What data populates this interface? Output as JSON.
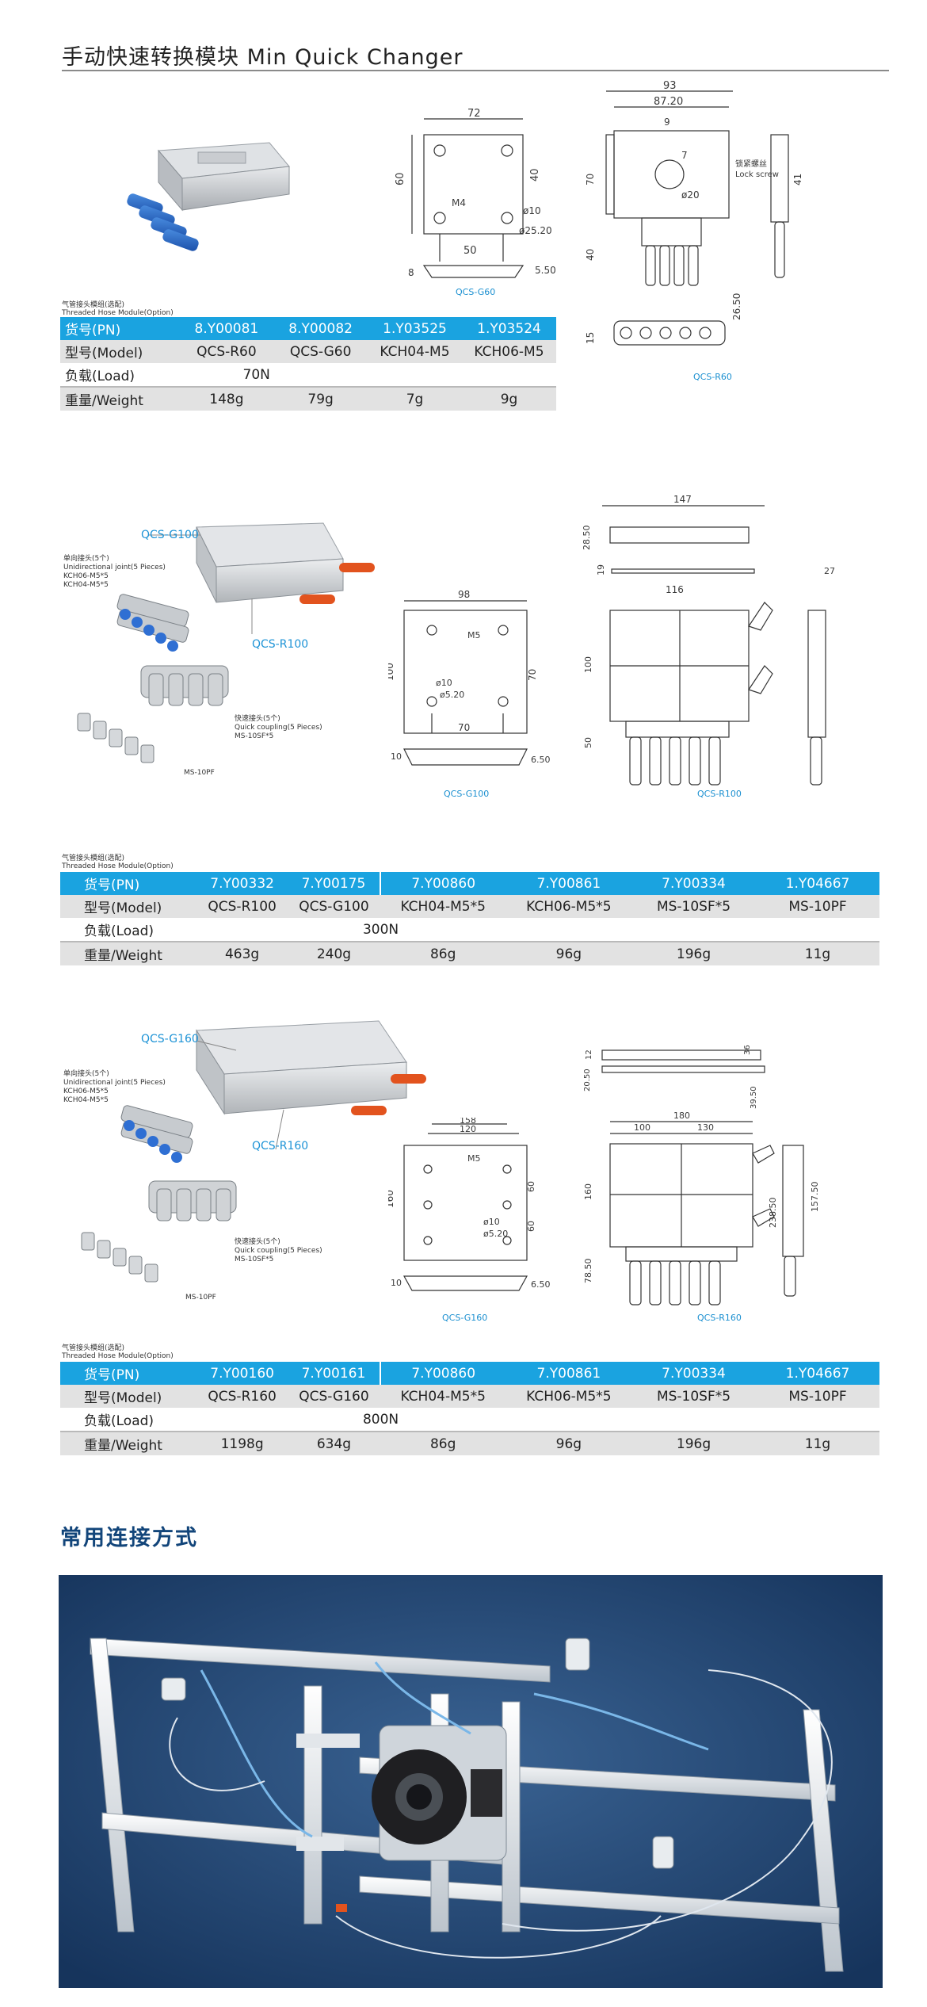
{
  "page": {
    "title": "手动快速转换模块  Min Quick Changer"
  },
  "section1": {
    "option_note_cn": "气管接头模组(选配)",
    "option_note_en": "Threaded Hose Module(Option)",
    "caption_g": "QCS-G60",
    "caption_r": "QCS-R60",
    "lock_cn": "锁紧螺丝",
    "lock_en": "Lock screw",
    "dims": {
      "d72": "72",
      "d60": "60",
      "d40": "40",
      "d50": "50",
      "m4": "M4",
      "d10": "ø10",
      "d25": "ø25.20",
      "d8": "8",
      "d550": "5.50",
      "d93": "93",
      "d8720": "87.20",
      "d9": "9",
      "d7": "7",
      "d20": "ø20",
      "d70": "70",
      "d40b": "40",
      "d41": "41",
      "d15": "15",
      "d2650": "26.50"
    },
    "table": {
      "pn_label": "货号(PN)",
      "model_label": "型号(Model)",
      "load_label": "负载(Load)",
      "weight_label": "重量/Weight",
      "pn": [
        "8.Y00081",
        "8.Y00082",
        "1.Y03525",
        "1.Y03524"
      ],
      "model": [
        "QCS-R60",
        "QCS-G60",
        "KCH04-M5",
        "KCH06-M5"
      ],
      "load": "70N",
      "weight": [
        "148g",
        "79g",
        "7g",
        "9g"
      ]
    }
  },
  "section2": {
    "callout_g": "QCS-G100",
    "callout_r": "QCS-R100",
    "uni_cn": "单向接头(5个)",
    "uni_en": "Unidirectional  joint(5 Pieces)",
    "uni_m1": "KCH06-M5*5",
    "uni_m2": "KCH04-M5*5",
    "qc_cn": "快速接头(5个)",
    "qc_en": "Quick coupling(5 Pieces)",
    "qc_m": "MS-10SF*5",
    "ms": "MS-10PF",
    "caption_g": "QCS-G100",
    "caption_r": "QCS-R100",
    "option_note_cn": "气管接头模组(选配)",
    "option_note_en": "Threaded Hose Module(Option)",
    "dims": {
      "d98": "98",
      "d100": "100",
      "d70": "70",
      "d70b": "70",
      "m5": "M5",
      "d10": "ø10",
      "d520": "ø5.20",
      "d10b": "10",
      "d650": "6.50",
      "d147": "147",
      "d2850": "28.50",
      "d19": "19",
      "d116": "116",
      "d100b": "100",
      "d50": "50",
      "d27": "27"
    },
    "table": {
      "pn_label": "货号(PN)",
      "model_label": "型号(Model)",
      "load_label": "负载(Load)",
      "weight_label": "重量/Weight",
      "pn": [
        "7.Y00332",
        "7.Y00175",
        "7.Y00860",
        "7.Y00861",
        "7.Y00334",
        "1.Y04667"
      ],
      "model": [
        "QCS-R100",
        "QCS-G100",
        "KCH04-M5*5",
        "KCH06-M5*5",
        "MS-10SF*5",
        "MS-10PF"
      ],
      "load": "300N",
      "weight": [
        "463g",
        "240g",
        "86g",
        "96g",
        "196g",
        "11g"
      ]
    }
  },
  "section3": {
    "callout_g": "QCS-G160",
    "callout_r": "QCS-R160",
    "uni_cn": "单向接头(5个)",
    "uni_en": "Unidirectional  joint(5 Pieces)",
    "uni_m1": "KCH06-M5*5",
    "uni_m2": "KCH04-M5*5",
    "qc_cn": "快速接头(5个)",
    "qc_en": "Quick coupling(5 Pieces)",
    "qc_m": "MS-10SF*5",
    "ms": "MS-10PF",
    "caption_g": "QCS-G160",
    "caption_r": "QCS-R160",
    "option_note_cn": "气管接头模组(选配)",
    "option_note_en": "Threaded Hose Module(Option)",
    "dims": {
      "d158": "158",
      "d120": "120",
      "d160": "160",
      "d60": "60",
      "d60b": "60",
      "m5": "M5",
      "d10": "ø10",
      "d520": "ø5.20",
      "d10b": "10",
      "d650": "6.50",
      "d12": "12",
      "d36": "36",
      "d2050": "20.50",
      "d3950": "39.50",
      "d180": "180",
      "d100": "100",
      "d130": "130",
      "d160b": "160",
      "d7850": "78.50",
      "d23850": "238.50",
      "d15750": "157.50"
    },
    "table": {
      "pn_label": "货号(PN)",
      "model_label": "型号(Model)",
      "load_label": "负载(Load)",
      "weight_label": "重量/Weight",
      "pn": [
        "7.Y00160",
        "7.Y00161",
        "7.Y00860",
        "7.Y00861",
        "7.Y00334",
        "1.Y04667"
      ],
      "model": [
        "QCS-R160",
        "QCS-G160",
        "KCH04-M5*5",
        "KCH06-M5*5",
        "MS-10SF*5",
        "MS-10PF"
      ],
      "load": "800N",
      "weight": [
        "1198g",
        "634g",
        "86g",
        "96g",
        "196g",
        "11g"
      ]
    }
  },
  "section4": {
    "title": "常用连接方式"
  }
}
